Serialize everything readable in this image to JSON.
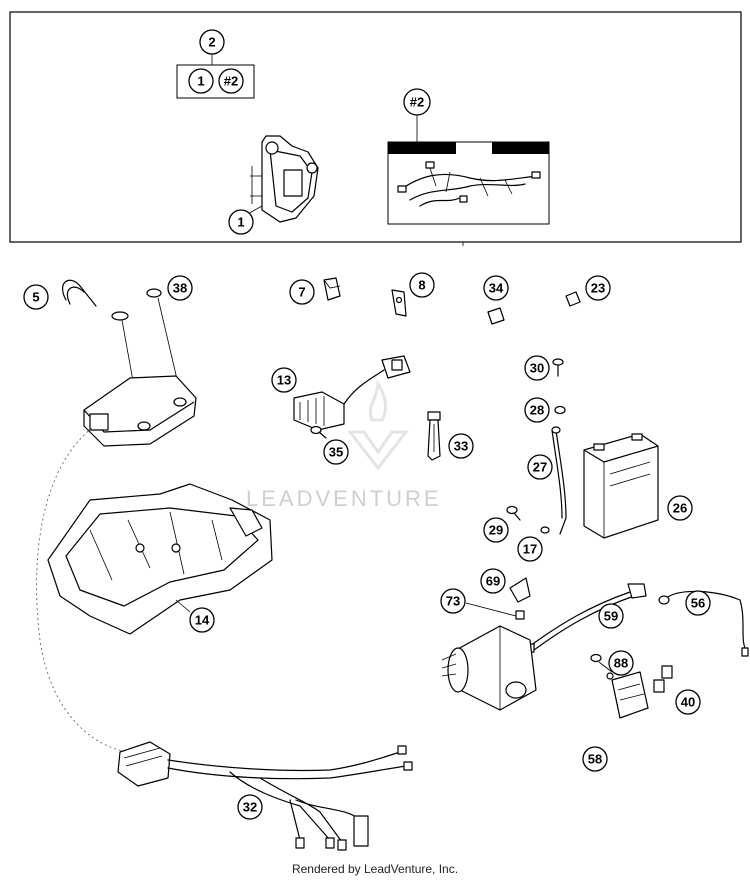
{
  "callouts": {
    "c2": "2",
    "c1box": "1",
    "c2box": "#2",
    "c1": "1",
    "chash2": "#2",
    "c5": "5",
    "c38": "38",
    "c7": "7",
    "c8": "8",
    "c34": "34",
    "c23": "23",
    "c13": "13",
    "c30": "30",
    "c28": "28",
    "c35": "35",
    "c33": "33",
    "c27": "27",
    "c26": "26",
    "c29": "29",
    "c17": "17",
    "c14": "14",
    "c69": "69",
    "c73": "73",
    "c59": "59",
    "c56": "56",
    "c88": "88",
    "c40": "40",
    "c58": "58",
    "c32": "32"
  },
  "watermark": "LEADVENTURE",
  "footer": "Rendered by LeadVenture, Inc."
}
